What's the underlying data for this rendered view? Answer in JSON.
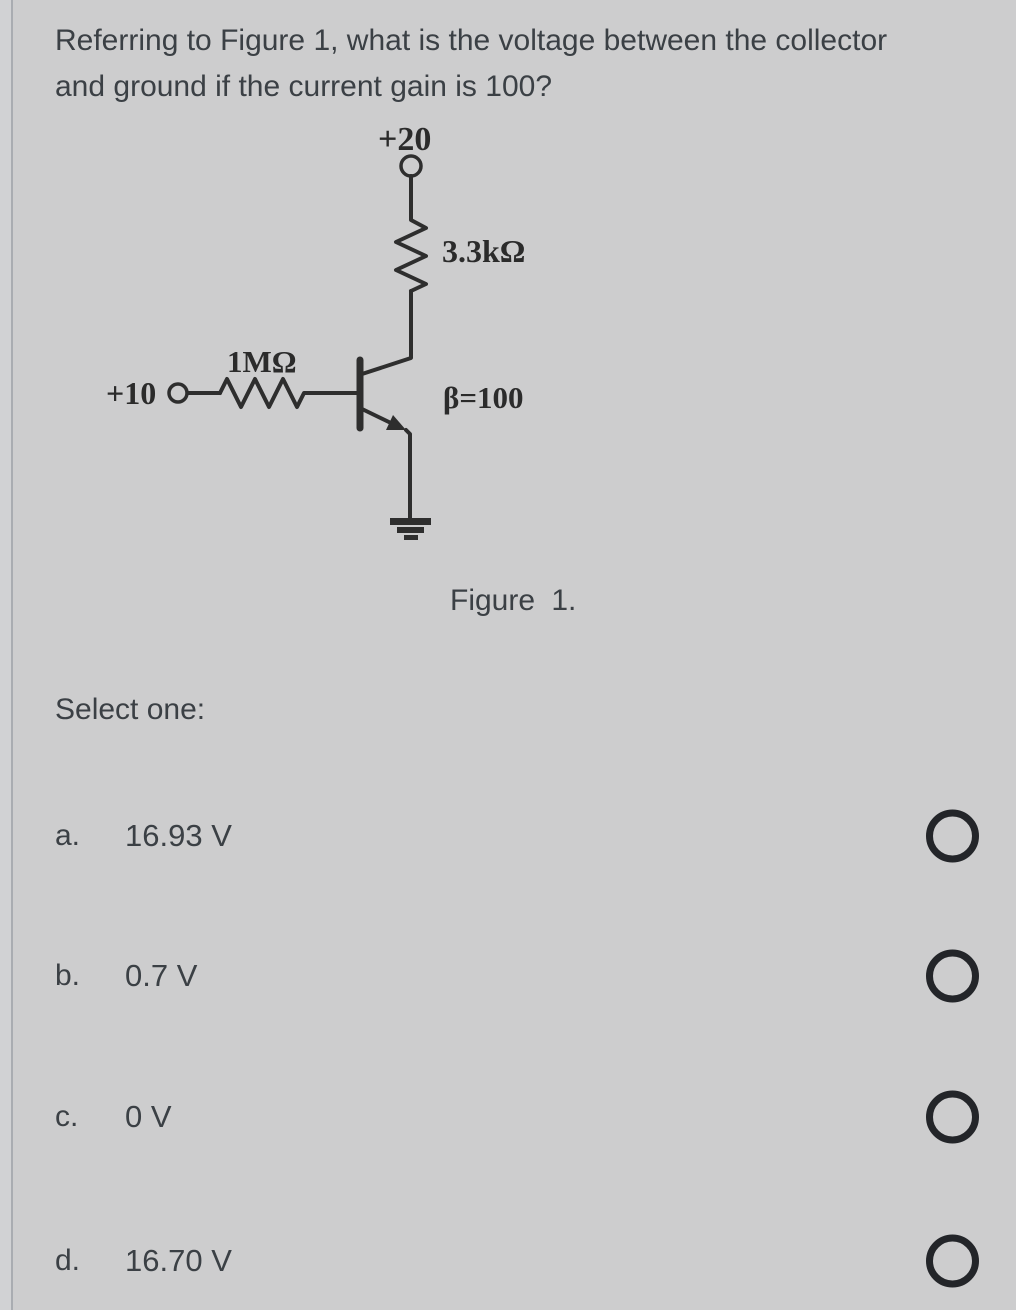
{
  "question": {
    "line1": "Referring to Figure 1, what is the voltage between the collector",
    "line2": "and ground if the current gain is 100?"
  },
  "figure": {
    "caption": "Figure 1.",
    "labels": {
      "supply": "+20",
      "collector_resistor": "3.3kΩ",
      "base_resistor": "1MΩ",
      "input": "+10",
      "beta": "β=100"
    }
  },
  "prompt": "Select one:",
  "options": [
    {
      "letter": "a.",
      "text": "16.93 V",
      "selected": false
    },
    {
      "letter": "b.",
      "text": "0.7 V",
      "selected": false
    },
    {
      "letter": "c.",
      "text": "0 V",
      "selected": false
    },
    {
      "letter": "d.",
      "text": "16.70 V",
      "selected": false
    }
  ],
  "colors": {
    "background": "#cdcdce",
    "edge_strip": "#d1d2d4",
    "divider": "#a9acb1",
    "text": "#3b4045",
    "circuit_ink": "#2e2e2e",
    "radio_ring": "#232529"
  }
}
